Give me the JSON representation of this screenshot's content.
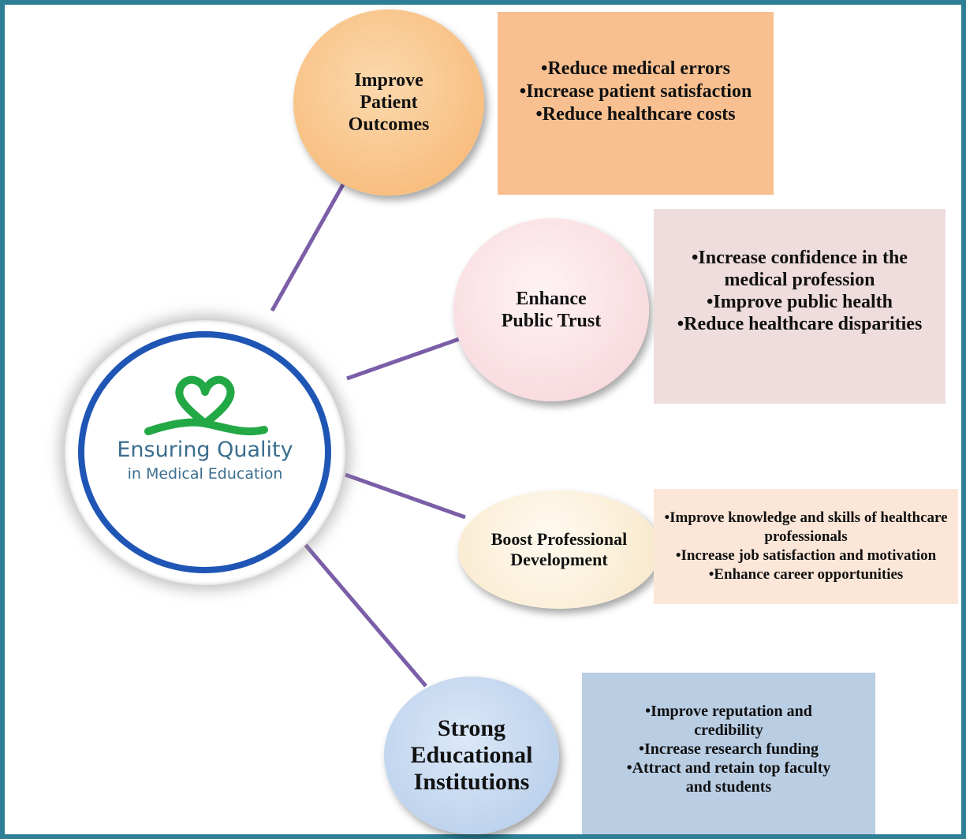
{
  "hub": {
    "title": "Ensuring Quality",
    "subtitle": "in Medical Education",
    "logo_icon": "green-ribbon-heart-icon"
  },
  "colors": {
    "frame": "#2e7f96",
    "connector": "#7b5ea7",
    "hub_ring": "#1f56b5",
    "logo_green": "#22a845",
    "hub_text": "#3a6d8e"
  },
  "branches": [
    {
      "label": "Improve Patient Outcomes",
      "node_color": "#f9c48a",
      "box_color": "#f8c090",
      "points": [
        "•Reduce medical errors",
        "•Increase patient satisfaction",
        "•Reduce healthcare costs"
      ]
    },
    {
      "label": "Enhance Public Trust",
      "node_color": "#fbe3e6",
      "box_color": "#efdcdc",
      "points": [
        "•Increase confidence in the medical profession",
        "•Improve public health",
        "•Reduce healthcare disparities"
      ]
    },
    {
      "label": "Boost Professional Development",
      "node_color": "#fdf3df",
      "box_color": "#fce6d8",
      "points": [
        "•Improve knowledge and skills of healthcare professionals",
        "•Increase job satisfaction and motivation",
        "•Enhance career opportunities"
      ]
    },
    {
      "label": "Strong Educational Institutions",
      "node_color": "#c4d8f0",
      "box_color": "#b9cde3",
      "points": [
        "•Improve reputation and credibility",
        "•Increase research funding",
        "•Attract and retain top faculty and students"
      ]
    }
  ]
}
